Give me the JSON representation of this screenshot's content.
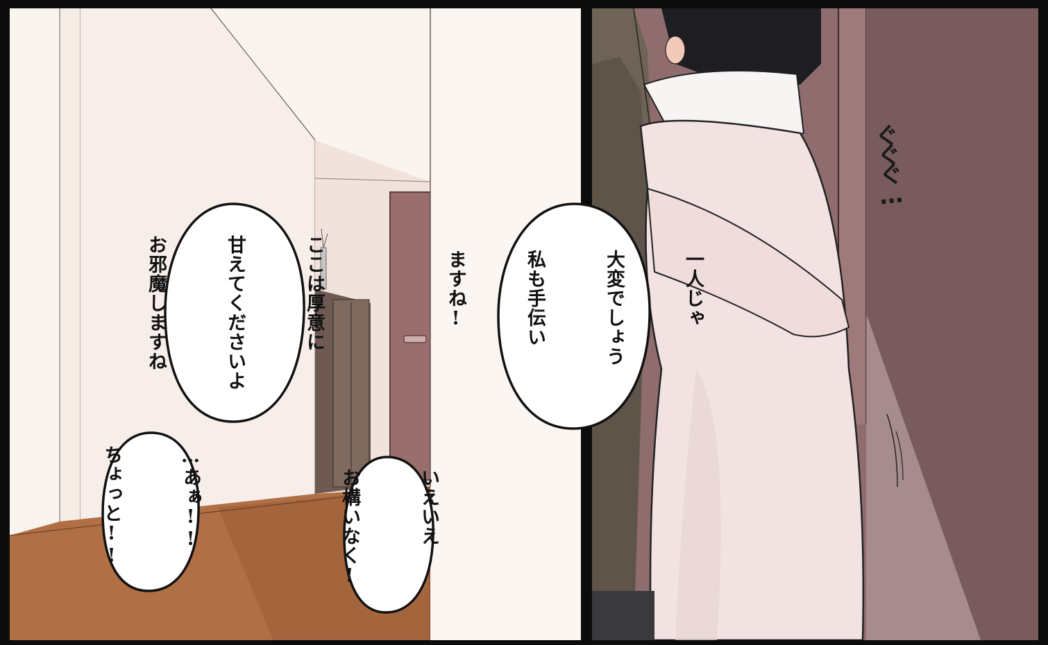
{
  "colors": {
    "frame": "#0c0c0c",
    "wall": "#faf4ee",
    "floor": "#b06f45",
    "door": "#9b6e6e",
    "coat": "#f2e3e2",
    "hair": "#1e1e22",
    "bubble_fill": "#ffffff",
    "bubble_stroke": "#111111"
  },
  "bubbles": {
    "left_top": {
      "lines": [
        "ここは厚意に",
        "甘えてくださいよ",
        "お邪魔しますね"
      ]
    },
    "left_bottom": {
      "lines": [
        "…あぁ!!",
        "ちょっと!!"
      ]
    },
    "center_bottom": {
      "lines": [
        "いえいえ",
        "お構いなく!"
      ]
    },
    "right": {
      "lines": [
        "一人じゃ",
        "大変でしょう",
        "私も手伝い",
        "ますね!"
      ]
    }
  },
  "sfx": {
    "text": "ぐぐぐ…"
  }
}
